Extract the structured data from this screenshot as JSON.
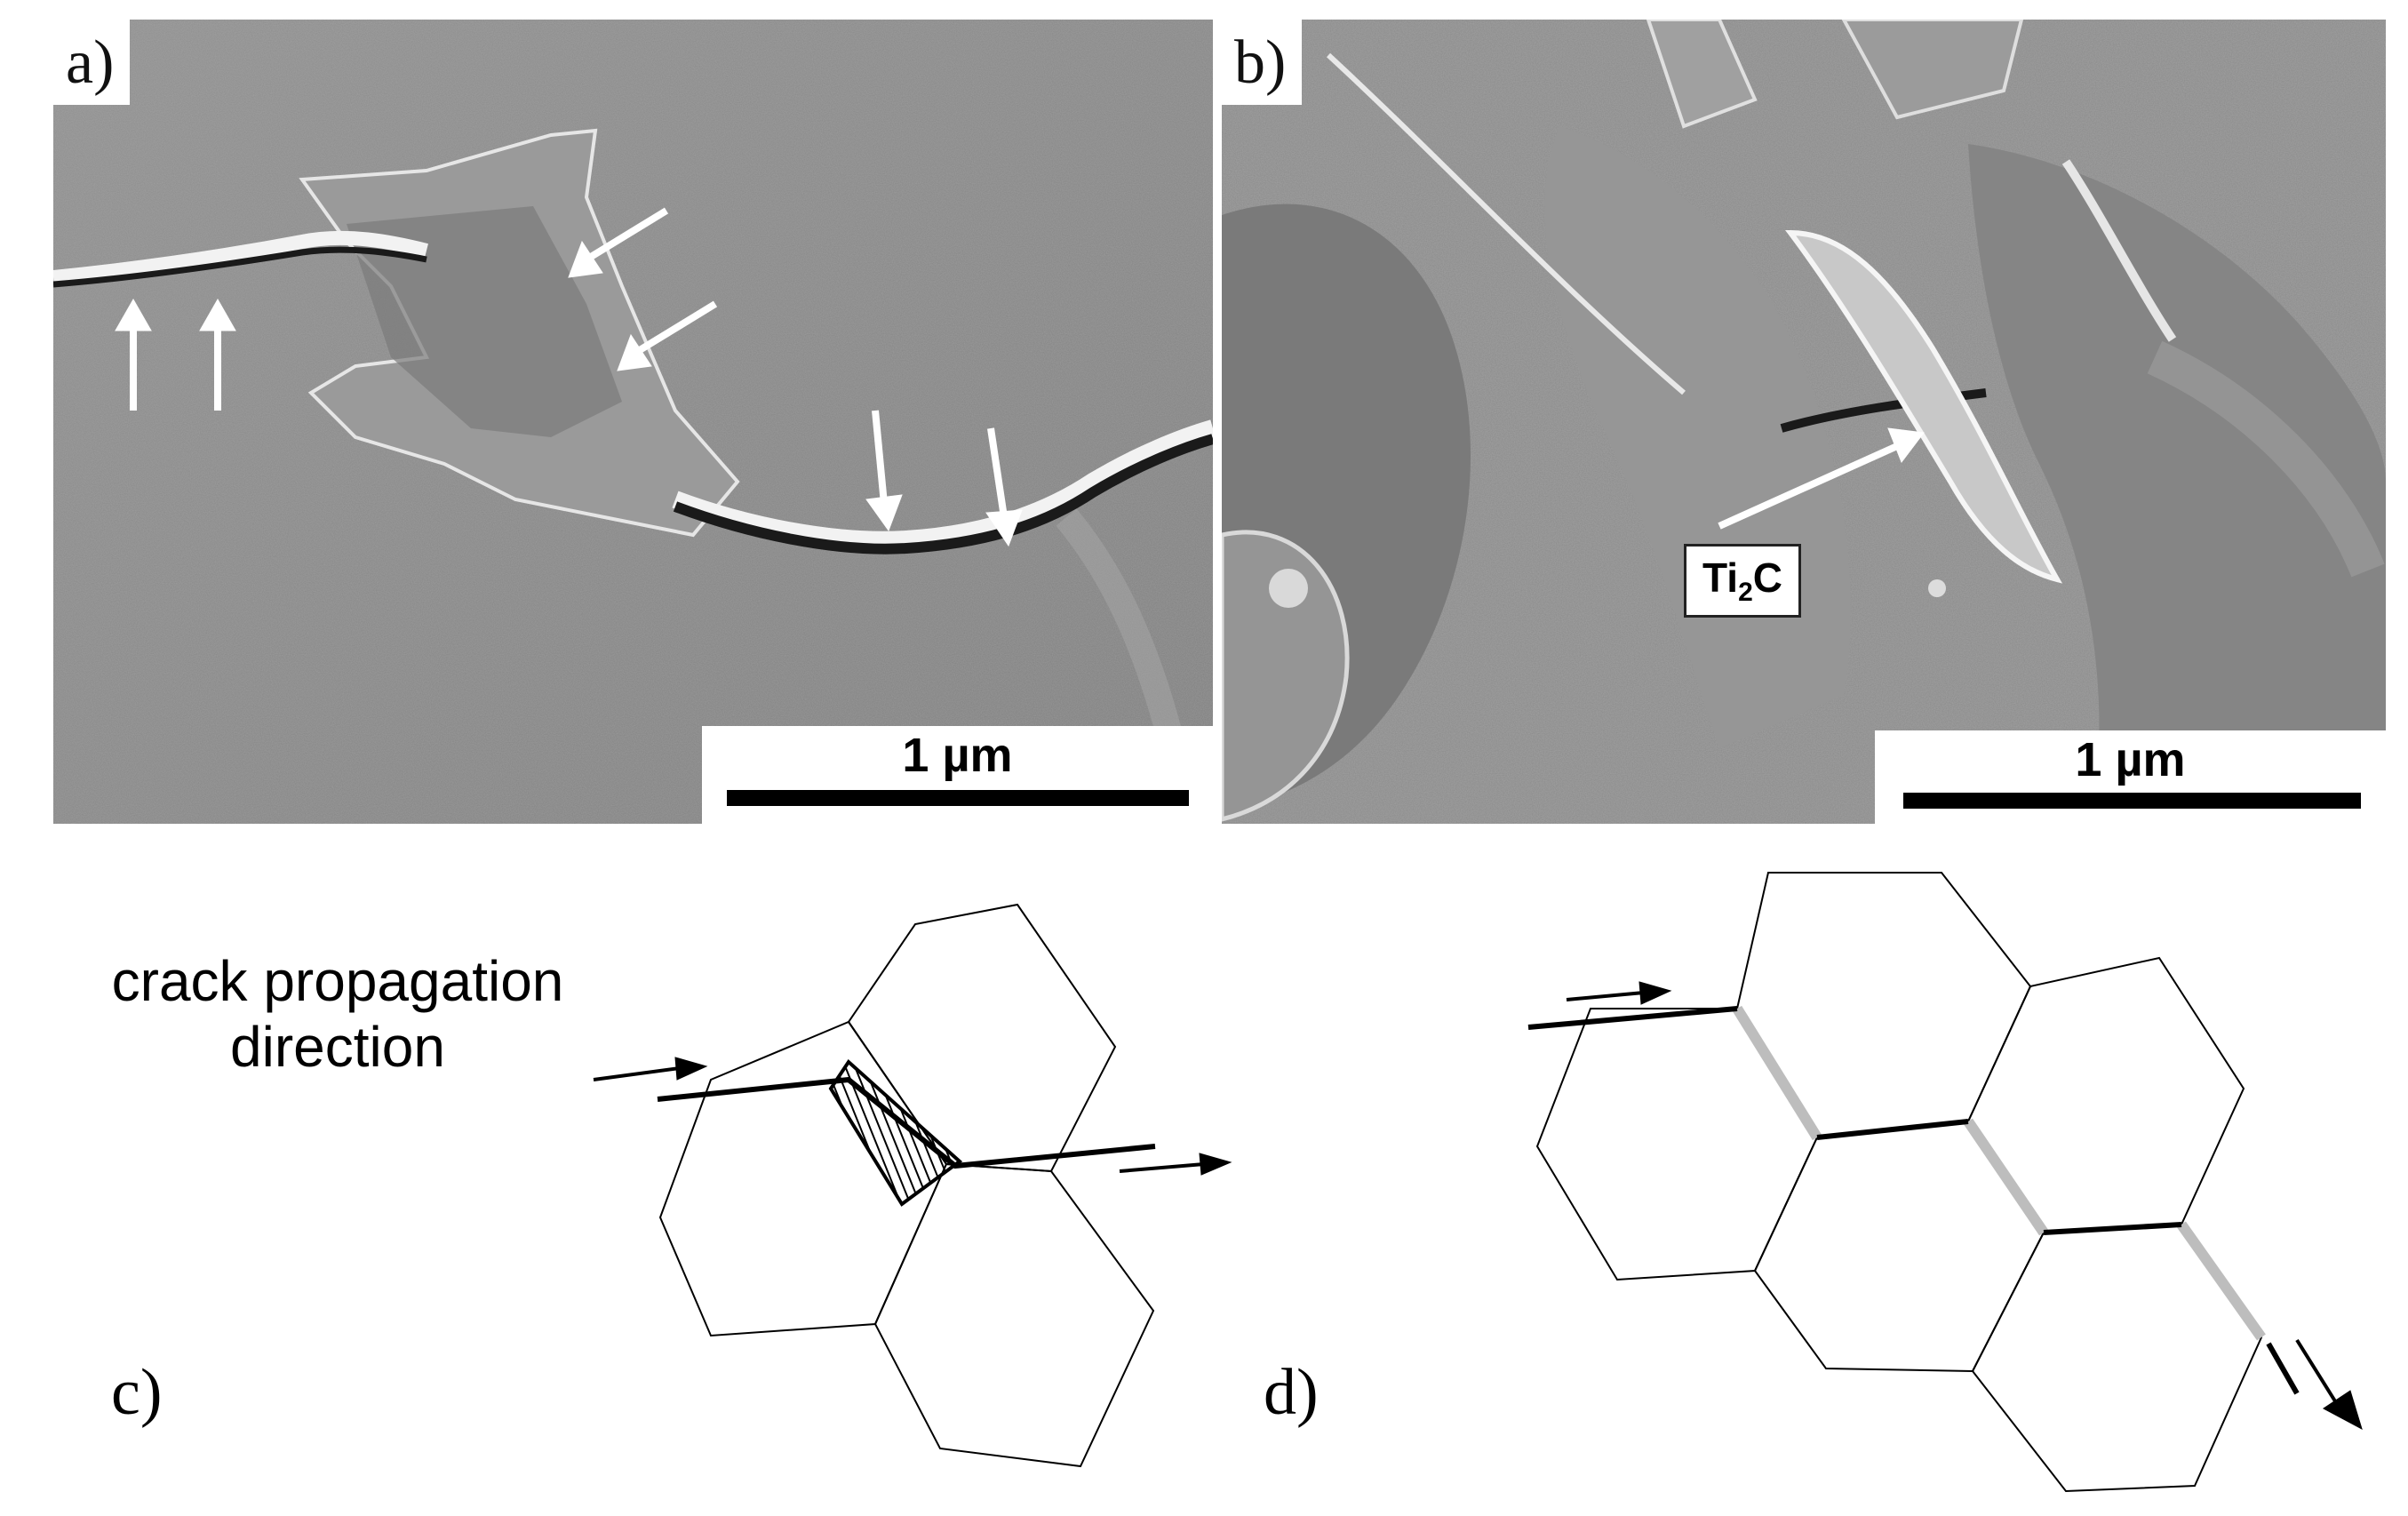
{
  "panels": {
    "a": {
      "label": "a)",
      "scale_label": "1 µm"
    },
    "b": {
      "label": "b)",
      "scale_label": "1 µm",
      "callout": {
        "main": "Ti",
        "sub": "2",
        "tail": "C"
      }
    },
    "c": {
      "label": "c)",
      "caption_line1": "crack propagation",
      "caption_line2": "direction"
    },
    "d": {
      "label": "d)"
    }
  },
  "colors": {
    "sem_background": "#8a8a8a",
    "sem_highlight": "#f2f2f2",
    "crack_dark": "#1a1a1a",
    "grain_boundary_phase": "#bdbdbd",
    "line": "#000000"
  },
  "icons": [
    "arrow-icon"
  ]
}
